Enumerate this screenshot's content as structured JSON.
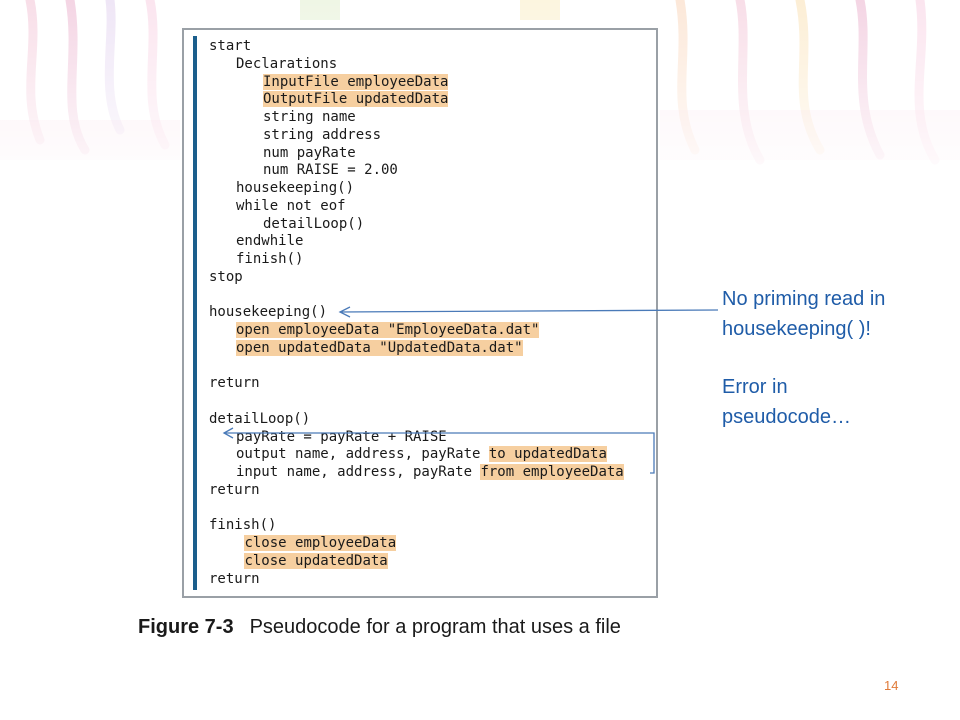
{
  "code_lines": [
    {
      "indent": 0,
      "text": "start",
      "highlight": ""
    },
    {
      "indent": 1,
      "text": "Declarations",
      "highlight": ""
    },
    {
      "indent": 2,
      "text": "",
      "highlight": "InputFile employeeData"
    },
    {
      "indent": 2,
      "text": "",
      "highlight": "OutputFile updatedData"
    },
    {
      "indent": 2,
      "text": "string name",
      "highlight": ""
    },
    {
      "indent": 2,
      "text": "string address",
      "highlight": ""
    },
    {
      "indent": 2,
      "text": "num payRate",
      "highlight": ""
    },
    {
      "indent": 2,
      "text": "num RAISE = 2.00",
      "highlight": ""
    },
    {
      "indent": 1,
      "text": "housekeeping()",
      "highlight": ""
    },
    {
      "indent": 1,
      "text": "while not eof",
      "highlight": ""
    },
    {
      "indent": 2,
      "text": "detailLoop()",
      "highlight": ""
    },
    {
      "indent": 1,
      "text": "endwhile",
      "highlight": ""
    },
    {
      "indent": 1,
      "text": "finish()",
      "highlight": ""
    },
    {
      "indent": 0,
      "text": "stop",
      "highlight": ""
    },
    {
      "indent": 0,
      "text": "",
      "highlight": ""
    },
    {
      "indent": 0,
      "text": "housekeeping()",
      "highlight": ""
    },
    {
      "indent": 1,
      "text": "",
      "highlight": "open employeeData \"EmployeeData.dat\""
    },
    {
      "indent": 1,
      "text": "",
      "highlight": "open updatedData \"UpdatedData.dat\""
    },
    {
      "indent": 0,
      "text": "",
      "highlight": ""
    },
    {
      "indent": 0,
      "text": "return",
      "highlight": ""
    },
    {
      "indent": 0,
      "text": "",
      "highlight": ""
    },
    {
      "indent": 0,
      "text": "detailLoop()",
      "highlight": ""
    },
    {
      "indent": 1,
      "text": "payRate = payRate + RAISE",
      "highlight": ""
    },
    {
      "indent": 1,
      "text": "output name, address, payRate ",
      "highlight": "to updatedData"
    },
    {
      "indent": 1,
      "text": "input name, address, payRate ",
      "highlight": "from employeeData"
    },
    {
      "indent": 0,
      "text": "return",
      "highlight": ""
    },
    {
      "indent": 0,
      "text": "",
      "highlight": ""
    },
    {
      "indent": 0,
      "text": "finish()",
      "highlight": ""
    },
    {
      "indent": 1,
      "text": " ",
      "highlight": "close employeeData"
    },
    {
      "indent": 1,
      "text": " ",
      "highlight": "close updatedData"
    },
    {
      "indent": 0,
      "text": "return",
      "highlight": ""
    }
  ],
  "annotation": {
    "line1": "No priming read in",
    "line2": "housekeeping( )!",
    "line3": "Error in",
    "line4": "pseudocode…"
  },
  "caption": {
    "figure": "Figure 7-3",
    "text": "Pseudocode for a program that uses a file"
  },
  "page_number": "14",
  "colors": {
    "highlight": "#f6cfa0",
    "annotation": "#1f5ca8",
    "arrow": "#4a7ab8",
    "page_number": "#e07b39",
    "code_bar": "#1b5e8c"
  }
}
